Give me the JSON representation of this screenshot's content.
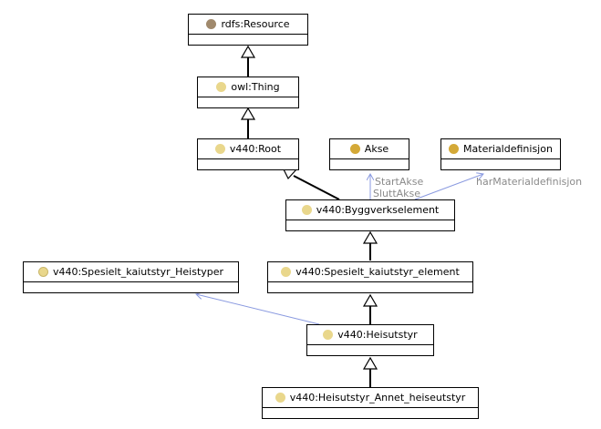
{
  "colors": {
    "resource_dot": "#a0896c",
    "thing_dot": "#e9d78c",
    "class_dot": "#e9d78c",
    "individual_dot": "#d4a937",
    "datatype_dot": "#e9d78c",
    "property_edge": "#8a9ae0",
    "subclass_edge": "#000000"
  },
  "nodes": {
    "rdfs_resource": {
      "label": "rdfs:Resource",
      "icon": "resource-icon"
    },
    "owl_thing": {
      "label": "owl:Thing",
      "icon": "class-icon"
    },
    "root": {
      "label": "v440:Root",
      "icon": "class-icon"
    },
    "akse": {
      "label": "Akse",
      "icon": "individual-icon"
    },
    "materialdefinisjon": {
      "label": "Materialdefinisjon",
      "icon": "individual-icon"
    },
    "byggverkselement": {
      "label": "v440:Byggverkselement",
      "icon": "class-icon"
    },
    "heistyper": {
      "label": "v440:Spesielt_kaiutstyr_Heistyper",
      "icon": "datatype-icon"
    },
    "kaiutstyr_element": {
      "label": "v440:Spesielt_kaiutstyr_element",
      "icon": "class-icon"
    },
    "heisutstyr": {
      "label": "v440:Heisutstyr",
      "icon": "class-icon"
    },
    "annet_heiseutstyr": {
      "label": "v440:Heisutstyr_Annet_heiseutstyr",
      "icon": "class-icon"
    }
  },
  "edge_labels": {
    "start_akse": "StartAkse",
    "slutt_akse": "SluttAkse",
    "har_materialdefinisjon": "harMaterialdefinisjon"
  }
}
